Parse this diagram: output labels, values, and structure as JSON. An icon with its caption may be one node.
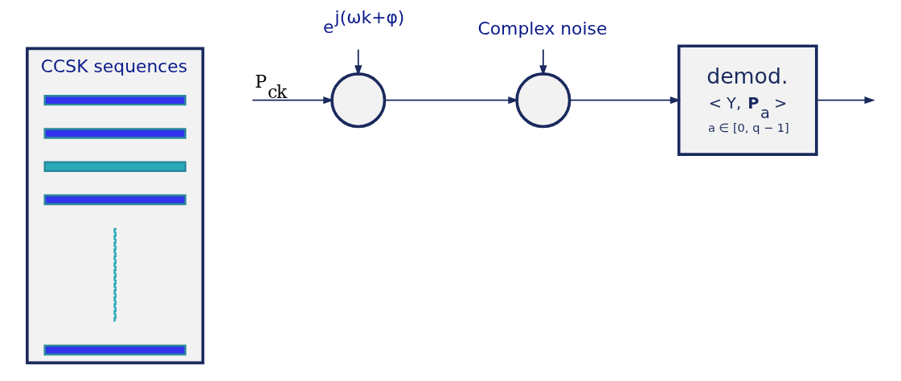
{
  "diagram": {
    "nodes": [
      {
        "text": [
          "CCSK sequences"
        ]
      },
      {
        "text": [],
        "shape": "bar",
        "in": 0
      },
      {
        "text": [],
        "shape": "bar",
        "in": 0
      },
      {
        "text": [],
        "shape": "bar",
        "in": 0
      },
      {
        "text": [],
        "shape": "bar",
        "in": 0
      },
      {
        "text": [],
        "shape": "line",
        "in": 0
      },
      {
        "text": [],
        "shape": "bar",
        "in": 0
      },
      {
        "text": [
          "e$^{j(ωk+φ)}$"
        ]
      },
      {
        "text": [
          "Complex noise"
        ]
      },
      {
        "text": [],
        "shape": "circle"
      },
      {
        "text": [],
        "shape": "circle"
      },
      {
        "text": [
          "demod.",
          "< Y, **P**$_{a}$ >",
          "a ∈ [0, q − 1]"
        ]
      }
    ],
    "edges": [
      {
        "from": null,
        "to": 9,
        "arrow": "to",
        "label": "P$_{c}$$_{k}$"
      },
      {
        "from": 7,
        "to": 9,
        "arrow": "to"
      },
      {
        "from": 9,
        "to": 10,
        "arrow": "to"
      },
      {
        "from": 8,
        "to": 10,
        "arrow": "to"
      },
      {
        "from": 10,
        "to": 11,
        "arrow": "to"
      },
      {
        "from": 11,
        "to": null,
        "arrow": "to"
      }
    ]
  }
}
